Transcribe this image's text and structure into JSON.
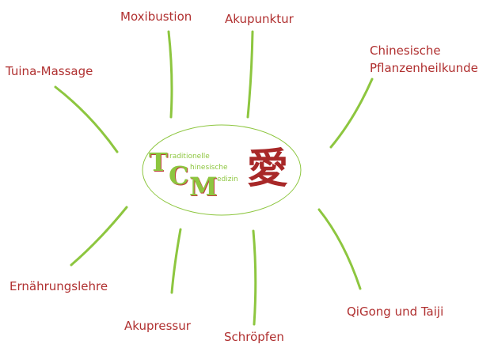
{
  "center": {
    "letters": [
      "T",
      "C",
      "M"
    ],
    "words": [
      "raditionelle",
      "hinesische",
      "edizin"
    ],
    "symbol": "愛"
  },
  "branches": [
    {
      "label": "Moxibustion"
    },
    {
      "label": "Akupunktur"
    },
    {
      "label_line1": "Chinesische",
      "label_line2": "Pflanzenheilkunde"
    },
    {
      "label": "Tuina-Massage"
    },
    {
      "label": "Ernährungslehre"
    },
    {
      "label": "Akupressur"
    },
    {
      "label": "Schröpfen"
    },
    {
      "label": "QiGong und Taiji"
    }
  ],
  "colors": {
    "label": "#b03030",
    "line": "#8dc63f",
    "accent": "#a82828"
  }
}
